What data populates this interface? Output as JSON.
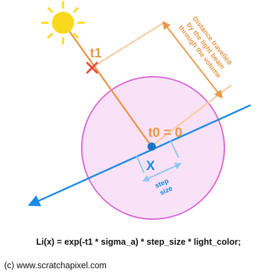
{
  "diagram": {
    "labels": {
      "t1": "t1",
      "t0": "t0 = 0",
      "x": "X",
      "step_line1": "step",
      "step_line2": "size",
      "distance_line1": "Distance travelled",
      "distance_line2": "by the light beam",
      "distance_line3": "through the volume"
    },
    "formula": "Li(x) = exp(-t1 * sigma_a) * step_size * light_color;",
    "credit": "(c) www.scratchapixel.com",
    "colors": {
      "sphere_fill": "#f9e2f7",
      "sphere_stroke": "#d96ad6",
      "ray": "#1a8ae6",
      "light": "#e8984a",
      "light_ghost": "#f5cfa6",
      "sun": "#f9d91d",
      "step_bracket": "#8fc5ef",
      "cross": "#e74c3c",
      "sample_point": "#1a74c9"
    },
    "icons": [
      "sun-icon",
      "cross-marker-icon",
      "sample-point-icon"
    ]
  }
}
